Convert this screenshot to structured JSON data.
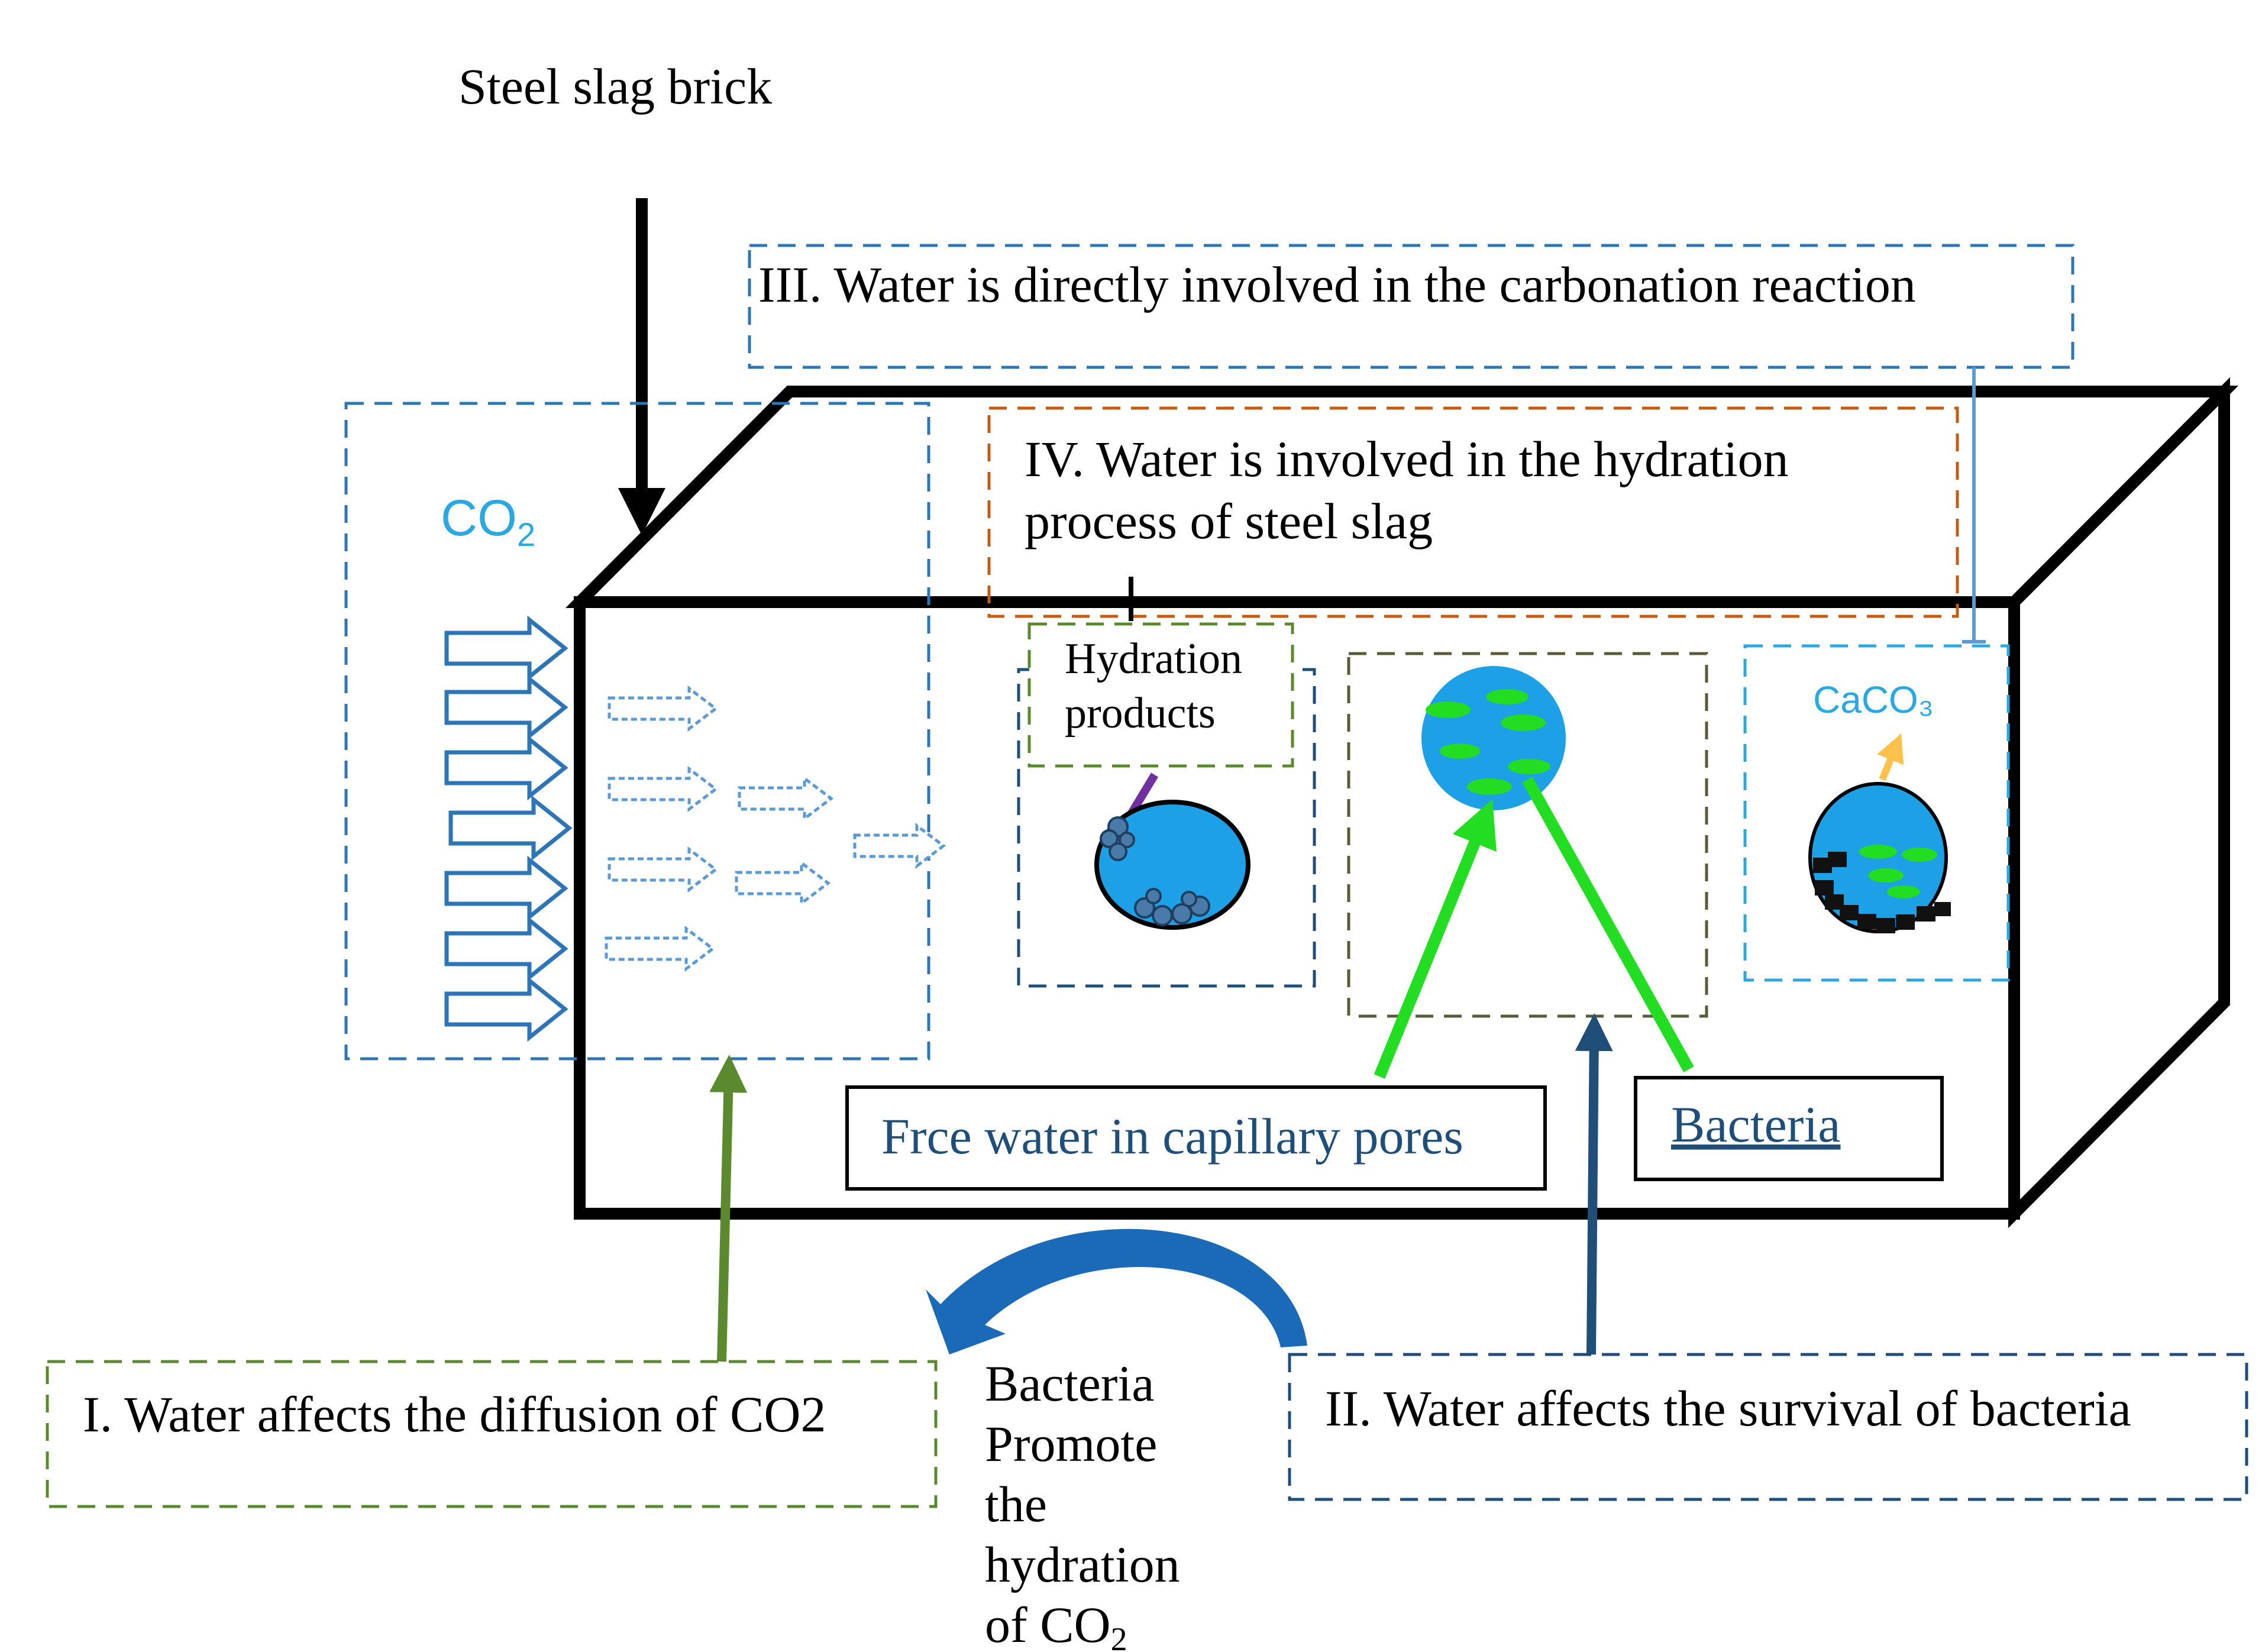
{
  "title": "Steel slag brick",
  "labels": {
    "co2_main": "CO",
    "co2_main_sub": "2",
    "hydration_products_line1": "Hydration",
    "hydration_products_line2": "products",
    "caco3": "CaCO₃",
    "free_water": "Frce water in capillary pores",
    "bacteria": "Bacteria",
    "promote_line1": "Bacteria",
    "promote_line2": "Promote",
    "promote_line3": "the",
    "promote_line4": "hydration",
    "promote_line5": "of CO",
    "promote_line5_sub": "2"
  },
  "mechanisms": {
    "I": "I. Water affects the diffusion of CO2",
    "II": "II. Water affects the survival of bacteria",
    "III": "III. Water is directly involved in the carbonation reaction",
    "IV_line1": "IV. Water is involved in the hydration",
    "IV_line2": "process of steel slag"
  },
  "colors": {
    "co2_blue": "#2aa9e0",
    "sphere_blue": "#1ea0e6",
    "green": "#22dd22",
    "dark_green": "#5b8a2e",
    "navy": "#1f4e79",
    "orange_dash": "#c55a11",
    "arrow_outline": "#2e75b6",
    "teal_text": "#1f4e79"
  }
}
